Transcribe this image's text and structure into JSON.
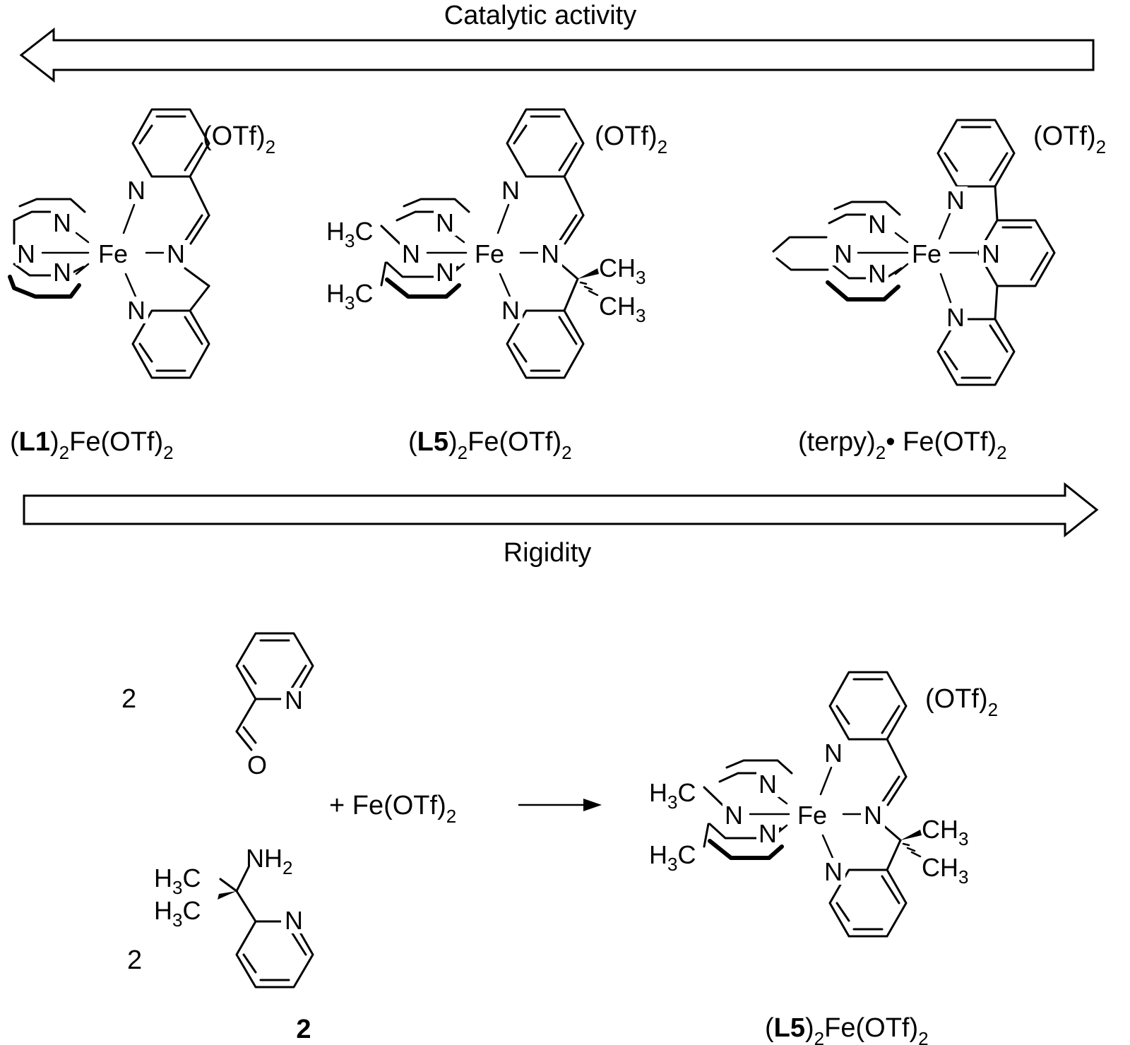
{
  "arrows": {
    "top_label": "Catalytic activity",
    "bottom_label": "Rigidity"
  },
  "counter_ion": {
    "text": "(OTf)",
    "subscript": "2"
  },
  "complexes": [
    {
      "open": "(",
      "ligand": "L1",
      "close": ")",
      "sub1": "2",
      "mid": "Fe(OTf)",
      "sub2": "2"
    },
    {
      "open": "(",
      "ligand": "L5",
      "close": ")",
      "sub1": "2",
      "mid": "Fe(OTf)",
      "sub2": "2"
    },
    {
      "pre": "(terpy)",
      "sub1": "2",
      "mid": "• Fe(OTf)",
      "sub2": "2"
    }
  ],
  "reaction": {
    "coef_aldehyde": "2",
    "coef_amine": "2",
    "amine_label": "2",
    "reagent_prefix": "+ Fe(OTf)",
    "reagent_sub": "2",
    "product": {
      "open": "(",
      "ligand": "L5",
      "close": ")",
      "sub1": "2",
      "mid": "Fe(OTf)",
      "sub2": "2"
    }
  },
  "atoms": {
    "N": "N",
    "Fe": "Fe",
    "O": "O",
    "H": "H",
    "C": "C",
    "three": "3",
    "NH": "NH",
    "two": "2"
  }
}
